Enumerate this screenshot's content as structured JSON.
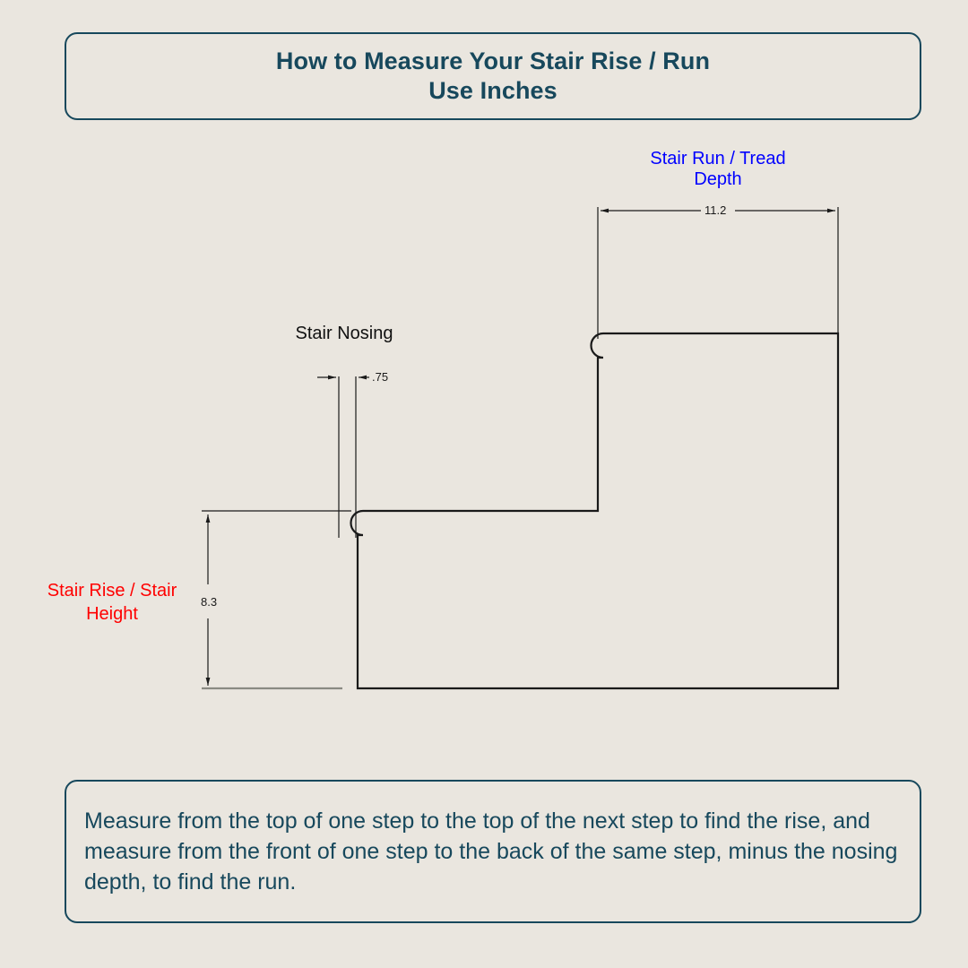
{
  "page": {
    "background_color": "#EAE6DF",
    "ink_color": "#1A1A1A"
  },
  "title_box": {
    "border_color": "#17485C",
    "text_color": "#17485C",
    "line1": "How to Measure Your Stair Rise / Run",
    "line2": "Use Inches"
  },
  "caption_box": {
    "border_color": "#17485C",
    "text_color": "#17485C",
    "text": "Measure from the top of one step to the top of the next step to find the rise, and measure from the front of one step to the back of the same step, minus the nosing depth, to find the run."
  },
  "diagram": {
    "labels": {
      "run": {
        "text": "Stair Run / Tread\nDepth",
        "color": "#0000FF"
      },
      "nosing": {
        "text": "Stair Nosing",
        "color": "#111111"
      },
      "rise": {
        "text": "Stair Rise / Stair\nHeight",
        "color": "#FF0000"
      }
    },
    "dimensions": {
      "run_value": "11.2",
      "nosing_value": ".75",
      "rise_value": "8.3"
    },
    "units": "inches"
  },
  "chart_data": {
    "type": "table",
    "title": "How to Measure Your Stair Rise / Run",
    "subtitle": "Use Inches",
    "categories": [
      "Stair Run / Tread Depth",
      "Stair Nosing",
      "Stair Rise / Stair Height"
    ],
    "values": [
      11.2,
      0.75,
      8.3
    ],
    "units": "in",
    "annotations": [
      "Measure from the top of one step to the top of the next step to find the rise",
      "Measure from the front of one step to the back of the same step, minus the nosing depth, to find the run"
    ]
  }
}
